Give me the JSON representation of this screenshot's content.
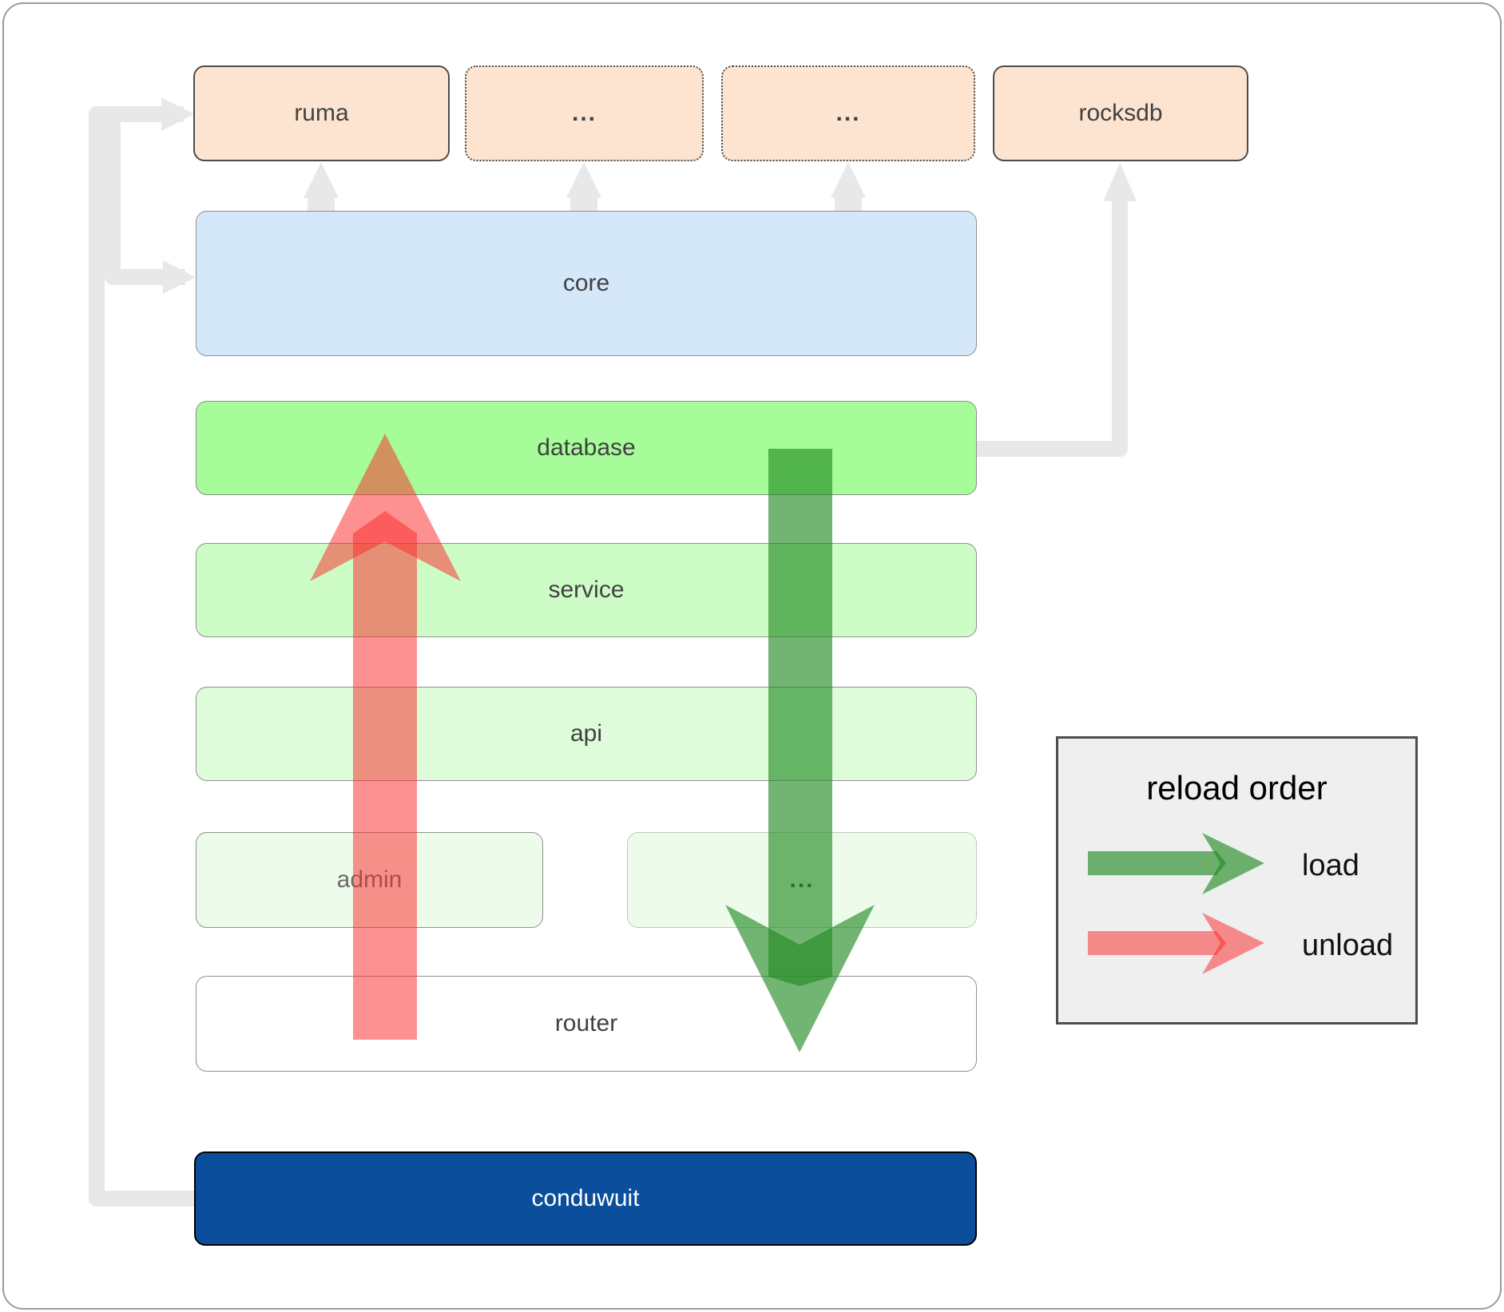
{
  "nodes": {
    "ruma": "ruma",
    "more_top_1": "...",
    "more_top_2": "...",
    "rocksdb": "rocksdb",
    "core": "core",
    "database": "database",
    "service": "service",
    "api": "api",
    "admin": "admin",
    "more_admin": "...",
    "router": "router",
    "conduwuit": "conduwuit"
  },
  "legend": {
    "title": "reload order",
    "load_label": "load",
    "unload_label": "unload"
  },
  "colors": {
    "peach_fill": "#fce4d1",
    "core_blue": "#d5e8fa",
    "database_green": "#a5fc98",
    "service_green": "#cdfcc6",
    "api_green": "#defcda",
    "faint_green": "#edfcea",
    "conduwuit_navy": "#0a4e9c",
    "load_arrow_green": "#228b22",
    "unload_arrow_red": "#fb2d2d",
    "connector_gray": "#e8e8e8"
  }
}
